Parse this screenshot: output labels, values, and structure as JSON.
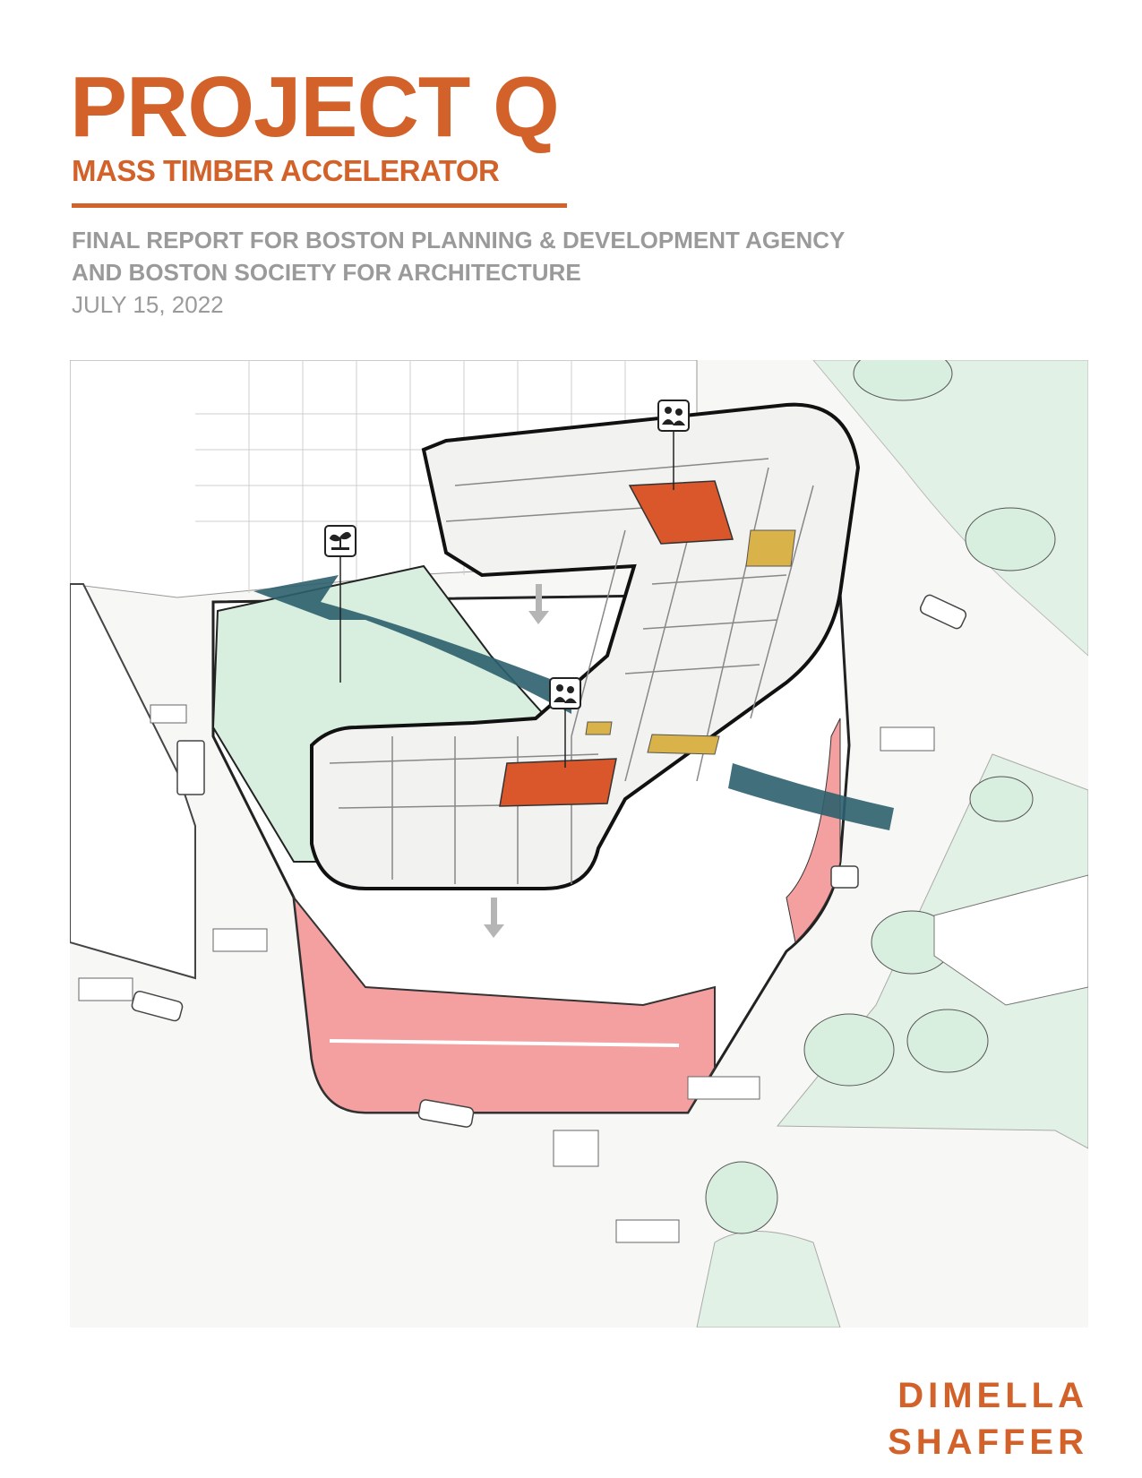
{
  "header": {
    "title": "PROJECT Q",
    "subtitle": "MASS TIMBER ACCELERATOR"
  },
  "report": {
    "line1": "FINAL REPORT FOR BOSTON PLANNING & DEVELOPMENT AGENCY",
    "line2": "AND BOSTON SOCIETY FOR ARCHITECTURE",
    "date": "JULY 15, 2022"
  },
  "logo": {
    "line1": "DIMELLA",
    "line2": "SHAFFER"
  },
  "colors": {
    "accent": "#d2622a",
    "gray_text": "#9a9a9a",
    "green_space": "#d8eedf",
    "retail_red": "#f08a8a",
    "arrow_teal": "#2c5f6d",
    "amenity_orange": "#d9572b",
    "core_gold": "#d9b24a"
  },
  "icons": {
    "plant": "plant-icon",
    "people": "people-icon"
  }
}
